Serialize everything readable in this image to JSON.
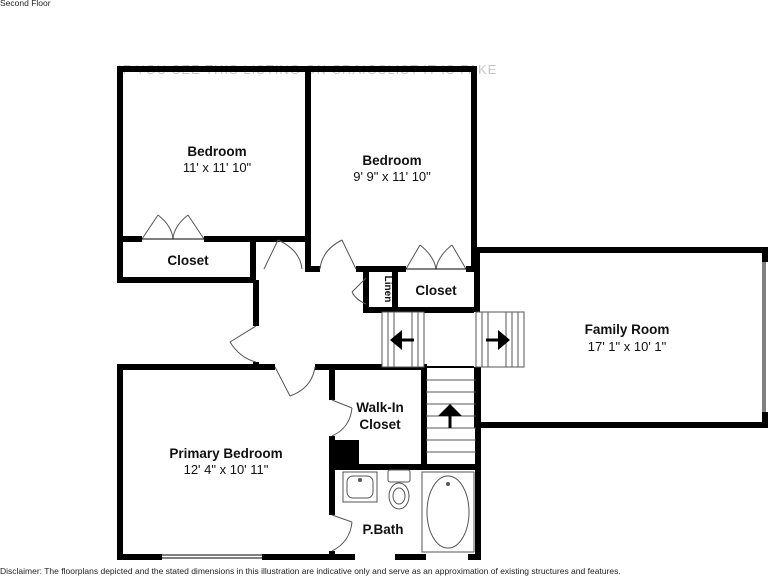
{
  "floor_title": "Second Floor",
  "watermark": "IF YOU SEE THIS LISTING ON CRAIGSLIST IT IS FAKE",
  "rooms": {
    "bedroom_left": {
      "name": "Bedroom",
      "dims": "11' x 11' 10\""
    },
    "bedroom_right": {
      "name": "Bedroom",
      "dims": "9' 9\" x 11' 10\""
    },
    "family_room": {
      "name": "Family Room",
      "dims": "17' 1\" x 10' 1\""
    },
    "primary_bedroom": {
      "name": "Primary Bedroom",
      "dims": "12' 4\" x 10' 11\""
    },
    "closet_left": {
      "name": "Closet"
    },
    "closet_right": {
      "name": "Closet"
    },
    "linen": {
      "name": "Linen"
    },
    "walk_in": {
      "line1": "Walk-In",
      "line2": "Closet"
    },
    "bath": {
      "name": "P.Bath"
    }
  },
  "disclaimer": "Disclaimer: The floorplans depicted and the stated dimensions in this illustration are indicative only and serve as an approximation of existing structures and features.",
  "icons": [
    "arrow-left-icon",
    "arrow-right-icon",
    "arrow-up-icon",
    "door-swing-icon",
    "toilet-icon",
    "sink-icon",
    "bathtub-icon"
  ],
  "colors": {
    "wall": "#000000",
    "background": "#ffffff",
    "fixture": "#555555"
  }
}
